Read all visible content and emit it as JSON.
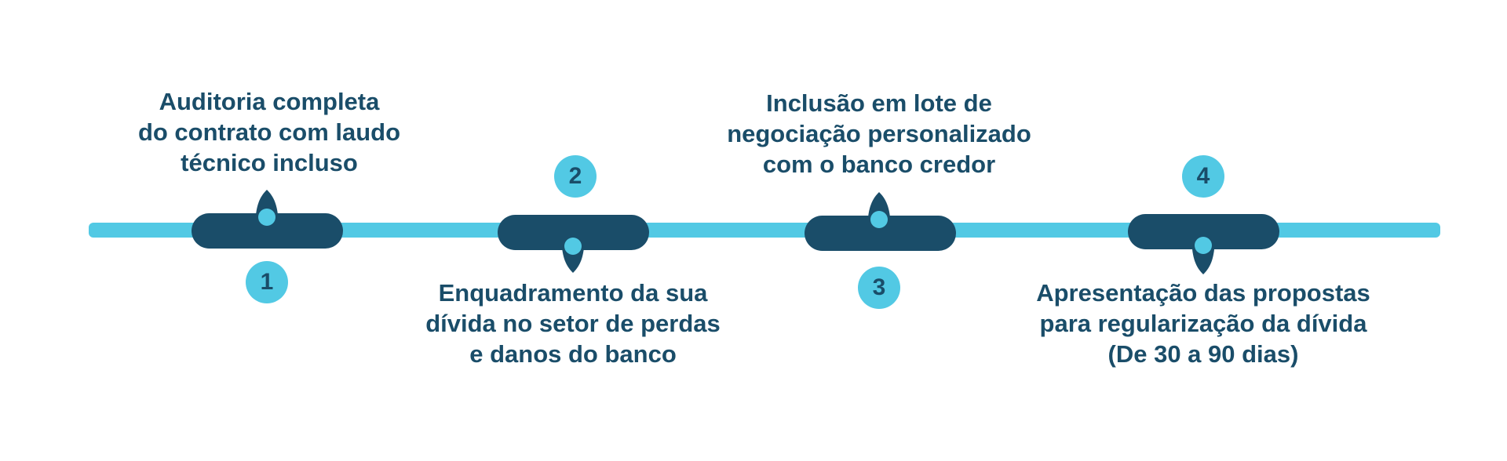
{
  "colors": {
    "dark": "#1a4d69",
    "accent": "#52c9e4"
  },
  "steps": [
    {
      "number": "1",
      "lines": [
        "Auditoria completa",
        "do contrato com laudo",
        "técnico incluso"
      ]
    },
    {
      "number": "2",
      "lines": [
        "Enquadramento da sua",
        "dívida no setor de perdas",
        "e danos do banco"
      ]
    },
    {
      "number": "3",
      "lines": [
        "Inclusão em lote de",
        "negociação personalizado",
        "com o banco credor"
      ]
    },
    {
      "number": "4",
      "lines": [
        "Apresentação das propostas",
        "para regularização da dívida",
        "(De 30 a 90 dias)"
      ]
    }
  ]
}
